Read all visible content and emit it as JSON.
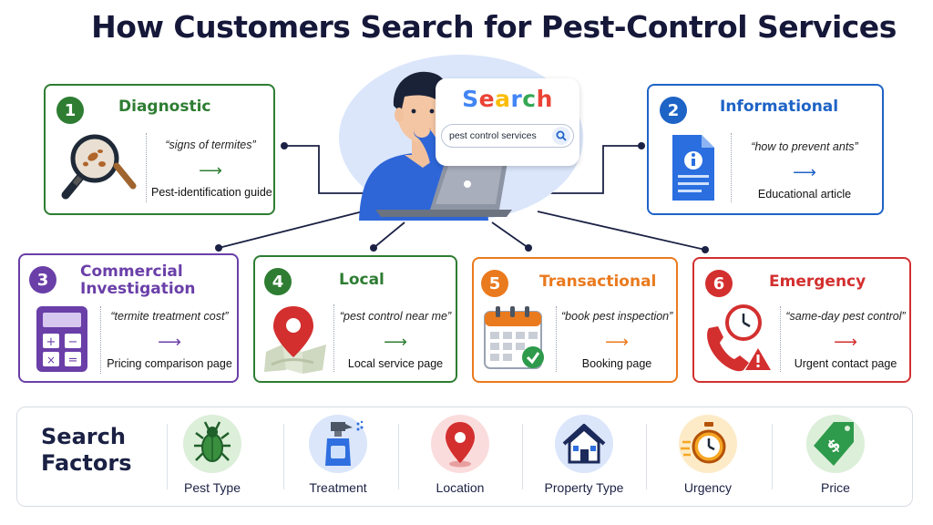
{
  "title": "How Customers Search for Pest-Control Services",
  "search_panel": {
    "heading_letters": [
      "S",
      "e",
      "a",
      "r",
      "c",
      "h"
    ],
    "query": "pest control services"
  },
  "categories": [
    {
      "number": "1",
      "title_lines": [
        "Diagnostic"
      ],
      "query": "“signs of termites”",
      "result": "Pest-identification guide",
      "color": "#2e7d32",
      "icon": "magnifier-bug-icon"
    },
    {
      "number": "2",
      "title_lines": [
        "Informational"
      ],
      "query": "“how to prevent ants”",
      "result": "Educational article",
      "color": "#1e63c6",
      "icon": "document-info-icon"
    },
    {
      "number": "3",
      "title_lines": [
        "Commercial",
        "Investigation"
      ],
      "query": "“termite treatment cost”",
      "result": "Pricing comparison page",
      "color": "#6a3fa8",
      "icon": "calculator-icon"
    },
    {
      "number": "4",
      "title_lines": [
        "Local"
      ],
      "query": "“pest control near me”",
      "result": "Local service page",
      "color": "#2e7d32",
      "icon": "map-pin-icon"
    },
    {
      "number": "5",
      "title_lines": [
        "Transactional"
      ],
      "query": "“book pest inspection”",
      "result": "Booking page",
      "color": "#ea7a1e",
      "icon": "calendar-check-icon"
    },
    {
      "number": "6",
      "title_lines": [
        "Emergency"
      ],
      "query": "“same-day pest control”",
      "result": "Urgent contact page",
      "color": "#d32f2f",
      "icon": "phone-clock-alert-icon"
    }
  ],
  "search_factors": {
    "title_lines": [
      "Search",
      "Factors"
    ],
    "items": [
      {
        "label": "Pest Type",
        "icon": "bug-icon",
        "bg": "#dcefd9"
      },
      {
        "label": "Treatment",
        "icon": "spray-bottle-icon",
        "bg": "#dbe6fb"
      },
      {
        "label": "Location",
        "icon": "location-pin-icon",
        "bg": "#fbdcdc"
      },
      {
        "label": "Property Type",
        "icon": "house-icon",
        "bg": "#dbe6fb"
      },
      {
        "label": "Urgency",
        "icon": "stopwatch-icon",
        "bg": "#fdebc8"
      },
      {
        "label": "Price",
        "icon": "price-tag-icon",
        "bg": "#dcefd9"
      }
    ]
  }
}
